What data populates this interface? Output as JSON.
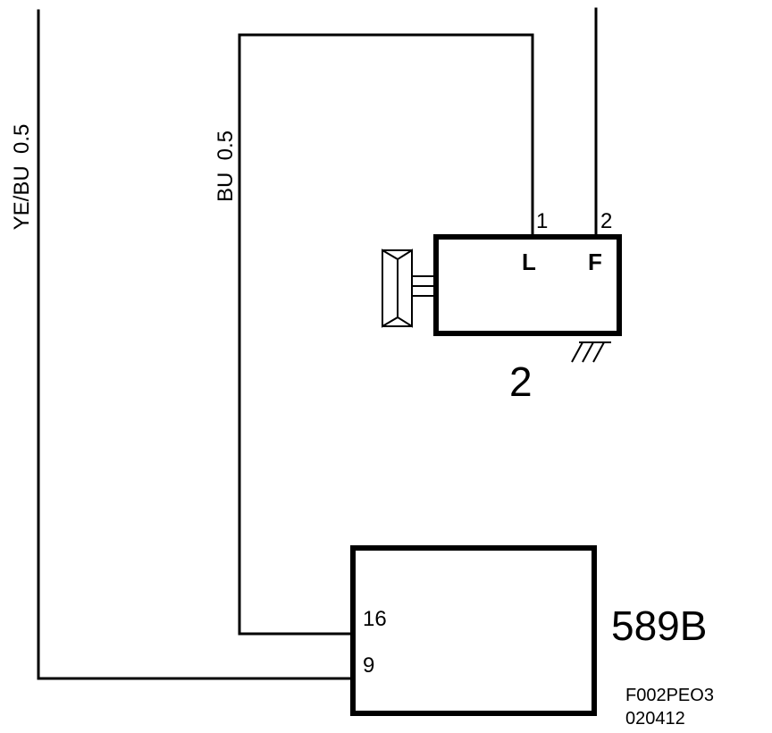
{
  "wires": {
    "left_wire_label": "YE/BU  0.5",
    "middle_wire_label": "BU  0.5"
  },
  "alternator": {
    "pin1_number": "1",
    "pin2_number": "2",
    "terminal_L": "L",
    "terminal_F": "F",
    "component_id": "2"
  },
  "control_module": {
    "pin16_number": "16",
    "pin9_number": "9",
    "component_id": "589B"
  },
  "figure_code": {
    "line1": "F002PEO3",
    "line2": "020412"
  }
}
